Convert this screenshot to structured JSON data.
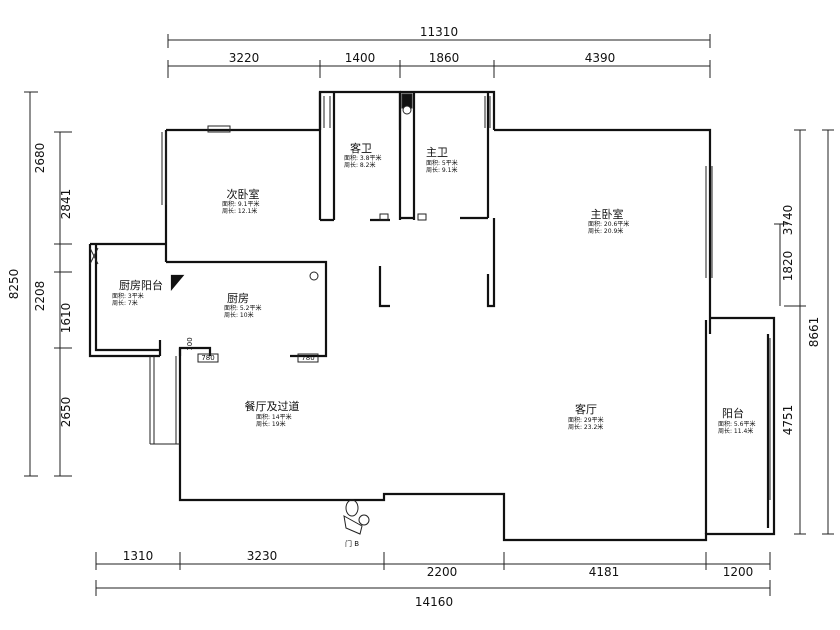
{
  "dimensions": {
    "top_total": "11310",
    "top_segments": [
      "3220",
      "1400",
      "1860",
      "4390"
    ],
    "bottom_total": "14160",
    "bottom_segments": [
      "1310",
      "3230",
      "2200",
      "4181",
      "1200"
    ],
    "left_total": "8250",
    "left_segments": [
      "2680",
      "2841",
      "2208",
      "1610",
      "2650"
    ],
    "right_total": "8661",
    "right_segments": [
      "3740",
      "1820",
      "4751"
    ]
  },
  "rooms": {
    "guest_bath": {
      "name": "客卫",
      "area": "面积: 3.8平米",
      "perimeter": "周长: 8.2米"
    },
    "master_bath": {
      "name": "主卫",
      "area": "面积: 5平米",
      "perimeter": "周长: 9.1米"
    },
    "second_bedroom": {
      "name": "次卧室",
      "area": "面积: 9.1平米",
      "perimeter": "周长: 12.1米"
    },
    "master_bedroom": {
      "name": "主卧室",
      "area": "面积: 20.6平米",
      "perimeter": "周长: 20.9米"
    },
    "kitchen_balcony": {
      "name": "厨房阳台",
      "area": "面积: 3平米",
      "perimeter": "周长: 7米"
    },
    "kitchen": {
      "name": "厨房",
      "area": "面积: 5.2平米",
      "perimeter": "周长: 10米"
    },
    "dining": {
      "name": "餐厅及过道",
      "area": "面积: 14平米",
      "perimeter": "周长: 19米"
    },
    "living": {
      "name": "客厅",
      "area": "面积: 29平米",
      "perimeter": "周长: 23.2米"
    },
    "balcony": {
      "name": "阳台",
      "area": "面积: 5.6平米",
      "perimeter": "周长: 11.4米"
    }
  },
  "door_tags": [
    "780",
    "780"
  ],
  "small_label": "100",
  "entry_label": "门 B",
  "icons": [
    "entry-figure-icon",
    "window-icon",
    "toilet-icon"
  ]
}
